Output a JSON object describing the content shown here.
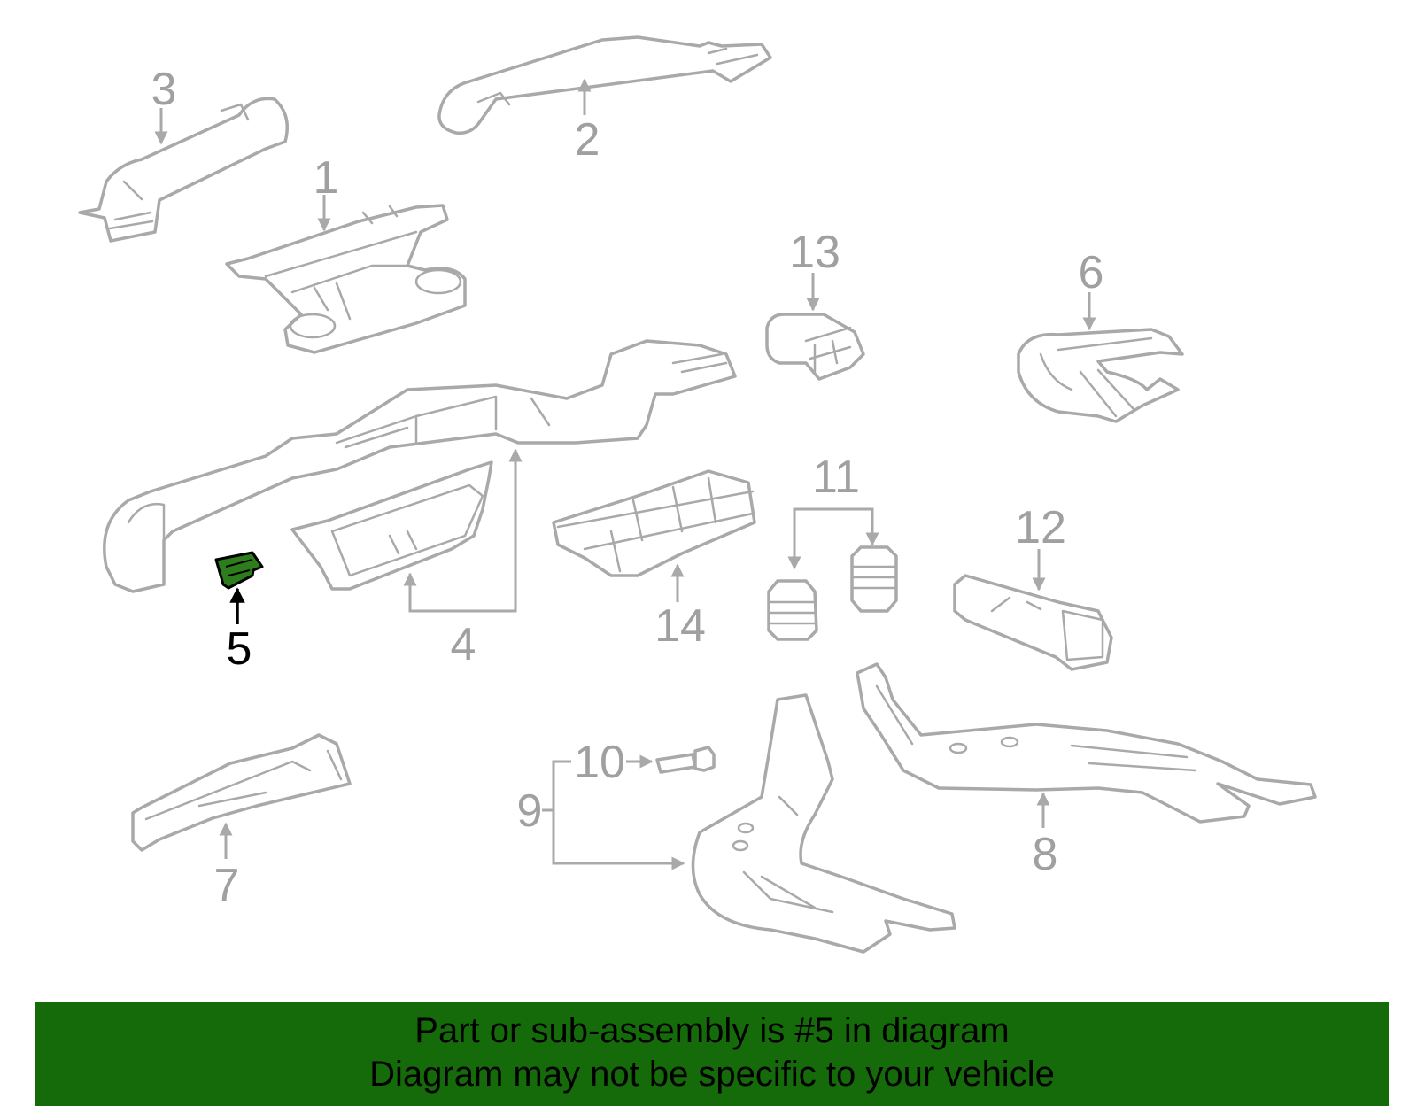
{
  "highlight_color": "#2e7d1c",
  "banner_color": "#156b0a",
  "callouts": {
    "c1": "1",
    "c2": "2",
    "c3": "3",
    "c4": "4",
    "c5": "5",
    "c6": "6",
    "c7": "7",
    "c8": "8",
    "c9": "9",
    "c10": "10",
    "c11": "11",
    "c12": "12",
    "c13": "13",
    "c14": "14"
  },
  "highlighted_part": "5",
  "banner": {
    "line1": "Part or sub-assembly is #5 in diagram",
    "line2": "Diagram may not be specific to your vehicle"
  }
}
